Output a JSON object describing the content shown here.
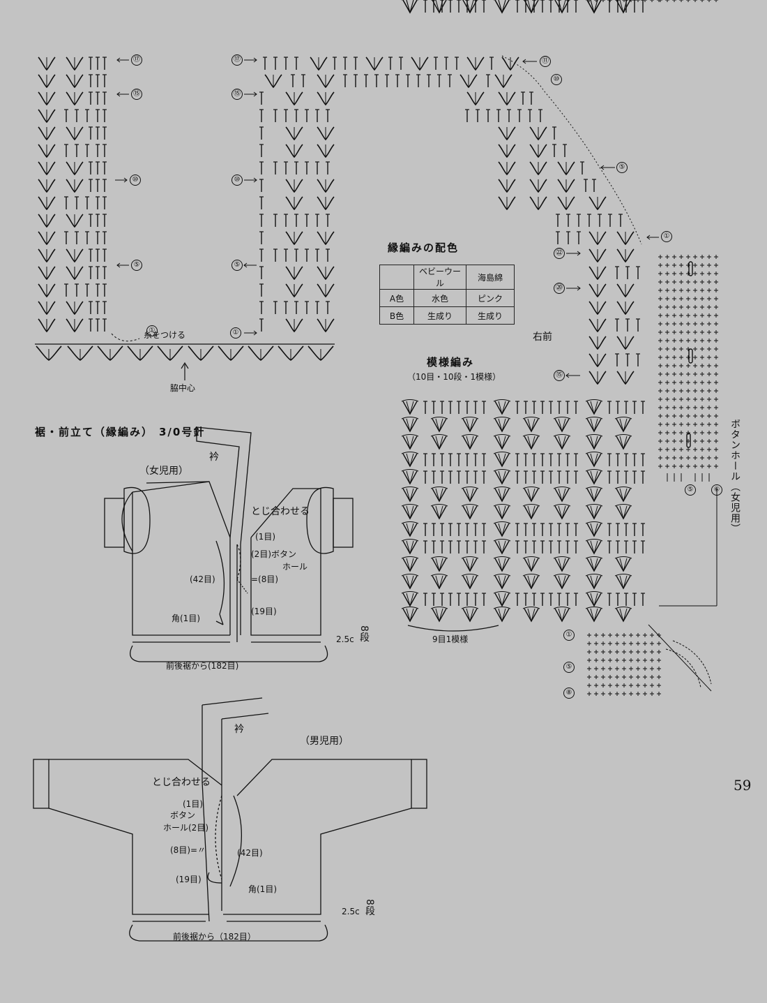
{
  "labels": {
    "attach_yarn": "糸をつける",
    "side_center": "脇中心",
    "edging_title": "裾・前立て（縁編み）",
    "needle": "3/0号針",
    "collar_top": "衿",
    "girls": "（女児用）",
    "sew_together_top": "とじ合わせる",
    "st1_top": "(1目)",
    "buttonhole_top_a": "(2目)ボタン",
    "buttonhole_top_b": "ホール",
    "st42_top": "(42目)",
    "st8_top": "=(8目)",
    "st19_top": "(19目)",
    "corner_top": "角(1目)",
    "cm_top": "2.5c",
    "rows_top": "8段",
    "pickup_top": "前後裾から(182目)",
    "collar_bottom": "衿",
    "boys": "（男児用）",
    "sew_together_bottom": "とじ合わせる",
    "st1_bottom": "(1目)",
    "buttonhole_bottom_a": "ボタン",
    "buttonhole_bottom_b": "ホール(2目)",
    "st8_bottom": "(8目)=〃",
    "st42_bottom": "(42目)",
    "st19_bottom": "(19目)",
    "corner_bottom": "角(1目)",
    "cm_bottom": "2.5c",
    "rows_bottom": "8段",
    "pickup_bottom": "前後裾から（182目）",
    "color_title": "縁編みの配色",
    "right_front": "右前",
    "pattern_title": "模様編み",
    "pattern_repeat": "（10目・10段・1模様）",
    "nine_st": "9目1模様",
    "buttonhole_girls": "ボタンホール（女児用）",
    "page_number": "59"
  },
  "color_table": {
    "headers": [
      "",
      "ベビーウール",
      "海島綿"
    ],
    "rows": [
      [
        "A色",
        "水色",
        "ピンク"
      ],
      [
        "B色",
        "生成り",
        "生成り"
      ]
    ]
  },
  "row_markers": {
    "left17": "⑰",
    "left15": "⑮",
    "left10": "⑩",
    "left5": "⑤",
    "left1": "①",
    "mid17": "⑰",
    "mid15": "⑮",
    "mid10": "⑩",
    "mid5": "⑤",
    "mid1": "①",
    "top11": "⑪",
    "top10": "⑩",
    "r5": "⑤",
    "r1": "①",
    "r22": "㉒",
    "r20": "⑳",
    "r15": "⑮",
    "b5": "⑤",
    "b6": "⑥",
    "e1": "①",
    "e5": "⑤",
    "e8": "⑧"
  }
}
